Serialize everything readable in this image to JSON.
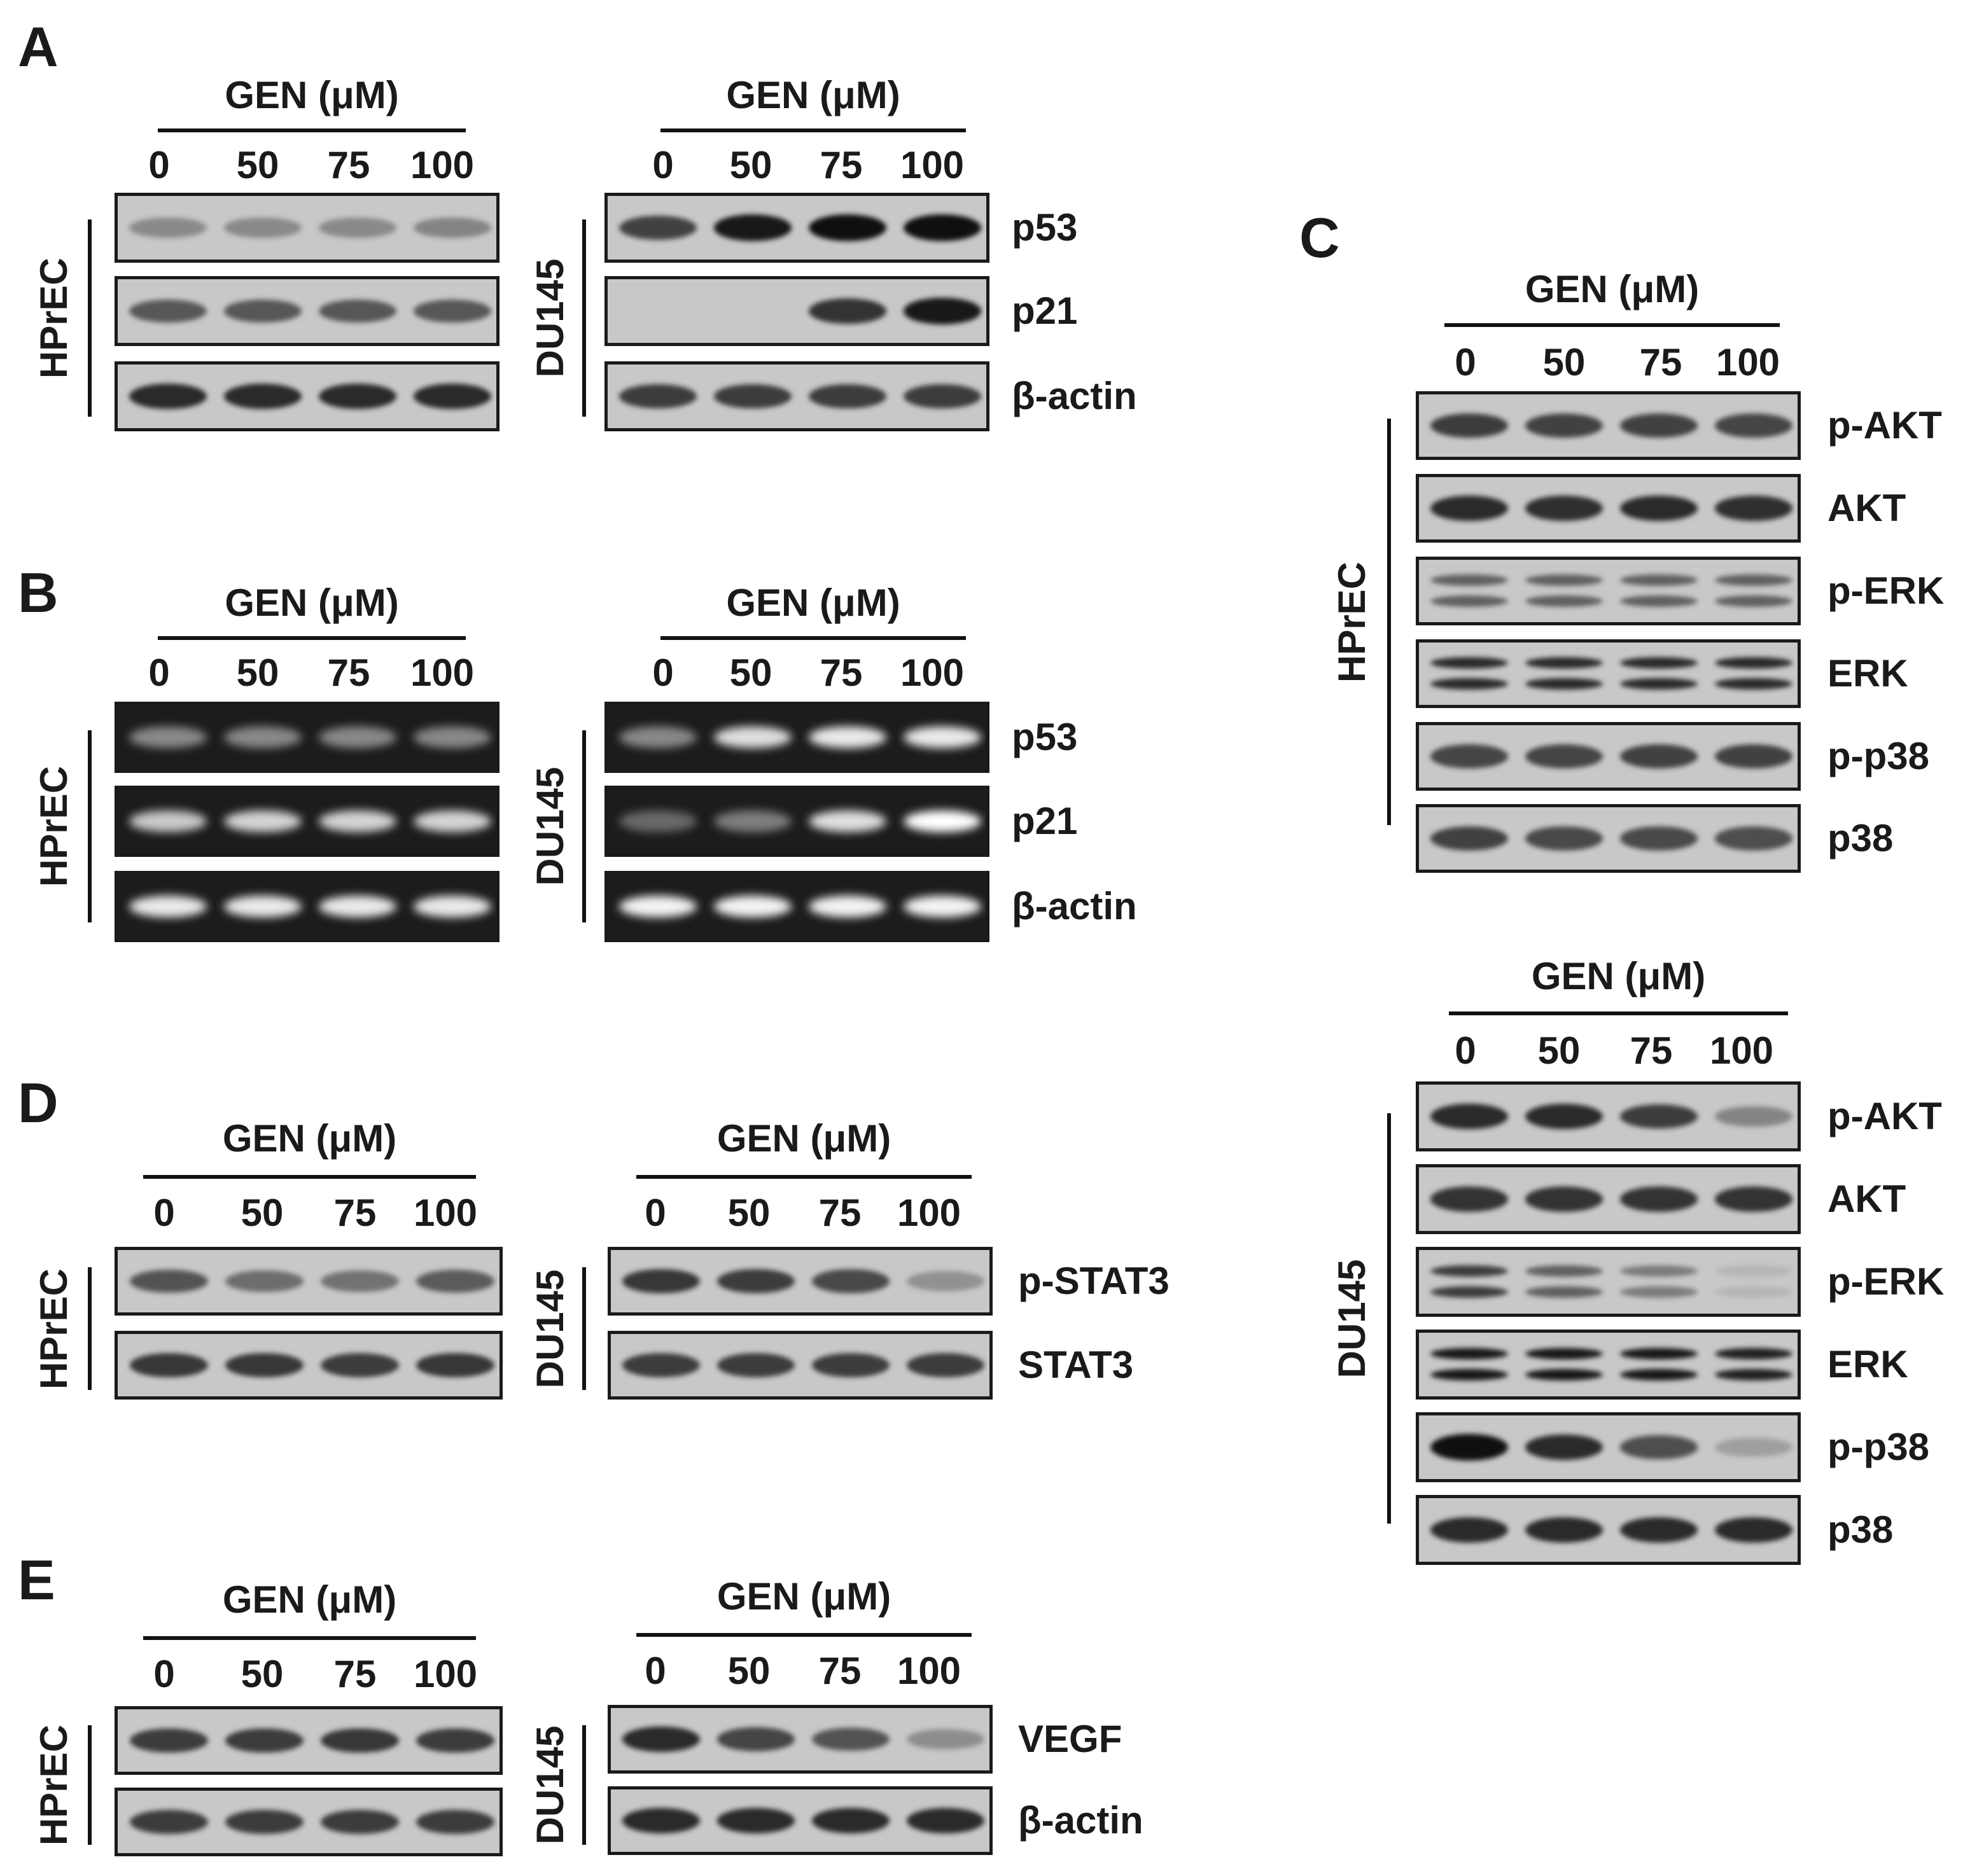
{
  "figure": {
    "panels": [
      {
        "letter": "A",
        "assay": "western",
        "gen_title": "GEN (μM)",
        "doses": [
          "0",
          "50",
          "75",
          "100"
        ],
        "groups": [
          {
            "cell_line": "HPrEC",
            "strips": [
              {
                "protein": "p53",
                "label_visible": false,
                "band_intensity": [
                  0.32,
                  0.32,
                  0.32,
                  0.35
                ]
              },
              {
                "protein": "p21",
                "label_visible": false,
                "band_intensity": [
                  0.6,
                  0.6,
                  0.6,
                  0.6
                ]
              },
              {
                "protein": "β-actin",
                "label_visible": false,
                "band_intensity": [
                  0.85,
                  0.85,
                  0.85,
                  0.85
                ]
              }
            ]
          },
          {
            "cell_line": "DU145",
            "strips": [
              {
                "protein": "p53",
                "label_visible": true,
                "band_intensity": [
                  0.72,
                  0.95,
                  1.0,
                  1.0
                ]
              },
              {
                "protein": "p21",
                "label_visible": true,
                "band_intensity": [
                  0.0,
                  0.0,
                  0.8,
                  0.95
                ]
              },
              {
                "protein": "β-actin",
                "label_visible": true,
                "band_intensity": [
                  0.75,
                  0.75,
                  0.75,
                  0.75
                ]
              }
            ]
          }
        ]
      },
      {
        "letter": "B",
        "assay": "pcr",
        "gen_title": "GEN (μM)",
        "doses": [
          "0",
          "50",
          "75",
          "100"
        ],
        "groups": [
          {
            "cell_line": "HPrEC",
            "strips": [
              {
                "protein": "p53",
                "label_visible": false,
                "band_intensity": [
                  0.45,
                  0.45,
                  0.45,
                  0.45
                ]
              },
              {
                "protein": "p21",
                "label_visible": false,
                "band_intensity": [
                  0.75,
                  0.8,
                  0.8,
                  0.8
                ]
              },
              {
                "protein": "β-actin",
                "label_visible": false,
                "band_intensity": [
                  0.9,
                  0.9,
                  0.9,
                  0.9
                ]
              }
            ]
          },
          {
            "cell_line": "DU145",
            "strips": [
              {
                "protein": "p53",
                "label_visible": true,
                "band_intensity": [
                  0.45,
                  0.85,
                  0.9,
                  0.9
                ]
              },
              {
                "protein": "p21",
                "label_visible": true,
                "band_intensity": [
                  0.3,
                  0.4,
                  0.85,
                  1.0
                ]
              },
              {
                "protein": "β-actin",
                "label_visible": true,
                "band_intensity": [
                  0.95,
                  0.95,
                  0.95,
                  0.95
                ]
              }
            ]
          }
        ]
      },
      {
        "letter": "C",
        "assay": "western",
        "gen_title": "GEN (μM)",
        "doses": [
          "0",
          "50",
          "75",
          "100"
        ],
        "groups": [
          {
            "cell_line": "HPrEC",
            "strips": [
              {
                "protein": "p-AKT",
                "label_visible": true,
                "band_intensity": [
                  0.75,
                  0.72,
                  0.72,
                  0.7
                ]
              },
              {
                "protein": "AKT",
                "label_visible": true,
                "band_intensity": [
                  0.85,
                  0.82,
                  0.85,
                  0.82
                ]
              },
              {
                "protein": "p-ERK",
                "label_visible": true,
                "doublet": true,
                "band_intensity": [
                  0.55,
                  0.55,
                  0.55,
                  0.55
                ]
              },
              {
                "protein": "ERK",
                "label_visible": true,
                "doublet": true,
                "band_intensity": [
                  0.85,
                  0.85,
                  0.85,
                  0.85
                ]
              },
              {
                "protein": "p-p38",
                "label_visible": true,
                "band_intensity": [
                  0.7,
                  0.7,
                  0.72,
                  0.72
                ]
              },
              {
                "protein": "p38",
                "label_visible": true,
                "band_intensity": [
                  0.72,
                  0.68,
                  0.68,
                  0.65
                ]
              }
            ]
          },
          {
            "cell_line": "DU145",
            "strips": [
              {
                "protein": "p-AKT",
                "label_visible": true,
                "band_intensity": [
                  0.85,
                  0.85,
                  0.75,
                  0.35
                ]
              },
              {
                "protein": "AKT",
                "label_visible": true,
                "band_intensity": [
                  0.8,
                  0.8,
                  0.8,
                  0.8
                ]
              },
              {
                "protein": "p-ERK",
                "label_visible": true,
                "doublet": true,
                "band_intensity": [
                  0.75,
                  0.55,
                  0.4,
                  0.08
                ]
              },
              {
                "protein": "ERK",
                "label_visible": true,
                "doublet": true,
                "band_intensity": [
                  0.95,
                  0.95,
                  0.95,
                  0.9
                ]
              },
              {
                "protein": "p-p38",
                "label_visible": true,
                "band_intensity": [
                  1.0,
                  0.85,
                  0.65,
                  0.2
                ]
              },
              {
                "protein": "p38",
                "label_visible": true,
                "band_intensity": [
                  0.85,
                  0.85,
                  0.85,
                  0.85
                ]
              }
            ]
          }
        ]
      },
      {
        "letter": "D",
        "assay": "western",
        "gen_title": "GEN (μM)",
        "doses": [
          "0",
          "50",
          "75",
          "100"
        ],
        "groups": [
          {
            "cell_line": "HPrEC",
            "strips": [
              {
                "protein": "p-STAT3",
                "label_visible": false,
                "band_intensity": [
                  0.62,
                  0.48,
                  0.45,
                  0.58
                ]
              },
              {
                "protein": "STAT3",
                "label_visible": false,
                "band_intensity": [
                  0.78,
                  0.78,
                  0.75,
                  0.78
                ]
              }
            ]
          },
          {
            "cell_line": "DU145",
            "strips": [
              {
                "protein": "p-STAT3",
                "label_visible": true,
                "band_intensity": [
                  0.78,
                  0.75,
                  0.68,
                  0.28
                ]
              },
              {
                "protein": "STAT3",
                "label_visible": true,
                "band_intensity": [
                  0.75,
                  0.75,
                  0.75,
                  0.75
                ]
              }
            ]
          }
        ]
      },
      {
        "letter": "E",
        "assay": "western",
        "gen_title": "GEN (μM)",
        "doses": [
          "0",
          "50",
          "75",
          "100"
        ],
        "groups": [
          {
            "cell_line": "HPrEC",
            "strips": [
              {
                "protein": "VEGF",
                "label_visible": false,
                "band_intensity": [
                  0.75,
                  0.75,
                  0.78,
                  0.75
                ]
              },
              {
                "protein": "β-actin",
                "label_visible": false,
                "band_intensity": [
                  0.75,
                  0.75,
                  0.75,
                  0.75
                ]
              }
            ]
          },
          {
            "cell_line": "DU145",
            "strips": [
              {
                "protein": "VEGF",
                "label_visible": true,
                "band_intensity": [
                  0.85,
                  0.7,
                  0.62,
                  0.3
                ]
              },
              {
                "protein": "β-actin",
                "label_visible": true,
                "band_intensity": [
                  0.85,
                  0.85,
                  0.85,
                  0.85
                ]
              }
            ]
          }
        ]
      }
    ]
  }
}
